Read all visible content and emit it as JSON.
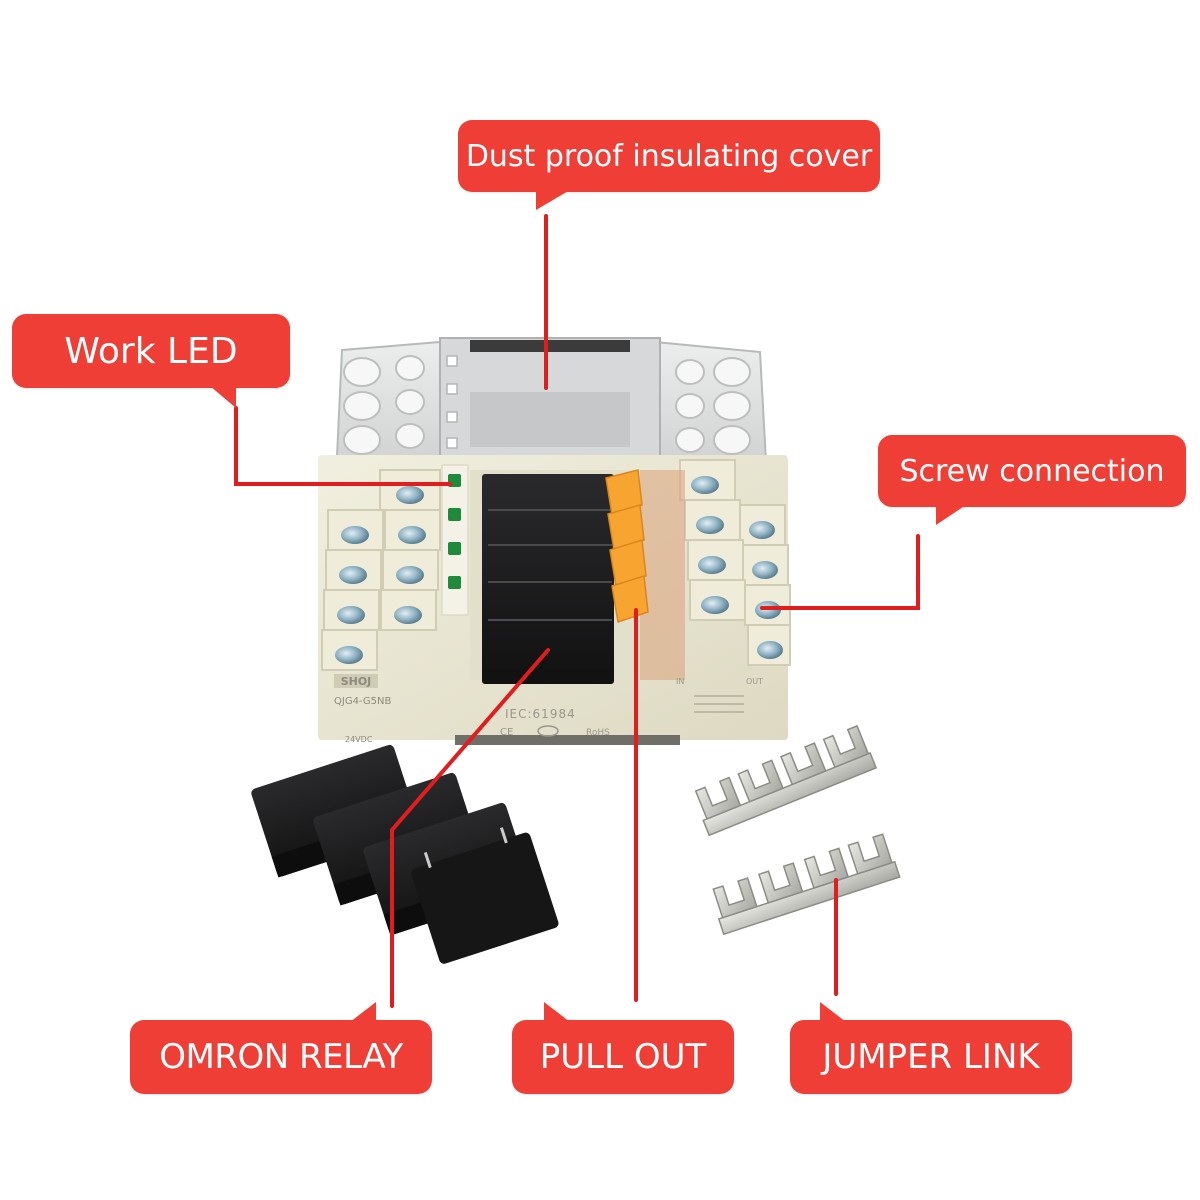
{
  "callouts": {
    "dust_cover": "Dust proof insulating cover",
    "work_led": "Work LED",
    "screw_connection": "Screw connection",
    "omron_relay": "OMRON RELAY",
    "pull_out": "PULL OUT",
    "jumper_link": "JUMPER LINK"
  },
  "product_markings": {
    "brand": "SHOJ",
    "model": "QJG4-G5NB",
    "standard": "IEC:61984",
    "ce": "CE",
    "rohs": "RoHS",
    "voltage": "24VDC",
    "in_label": "IN",
    "out_label": "OUT"
  },
  "colors": {
    "callout": "#ee3e36",
    "leader_line": "#e11d1d",
    "base": "#e9e6d2",
    "relay": "#1b1b1d",
    "lever": "#f7a530",
    "led": "#1f8a3a",
    "cover": "#d9dadb",
    "jumper": "#c9c9c4"
  },
  "counts": {
    "relays_installed": 4,
    "relays_loose": 4,
    "leds": 4,
    "jumper_links": 2
  }
}
